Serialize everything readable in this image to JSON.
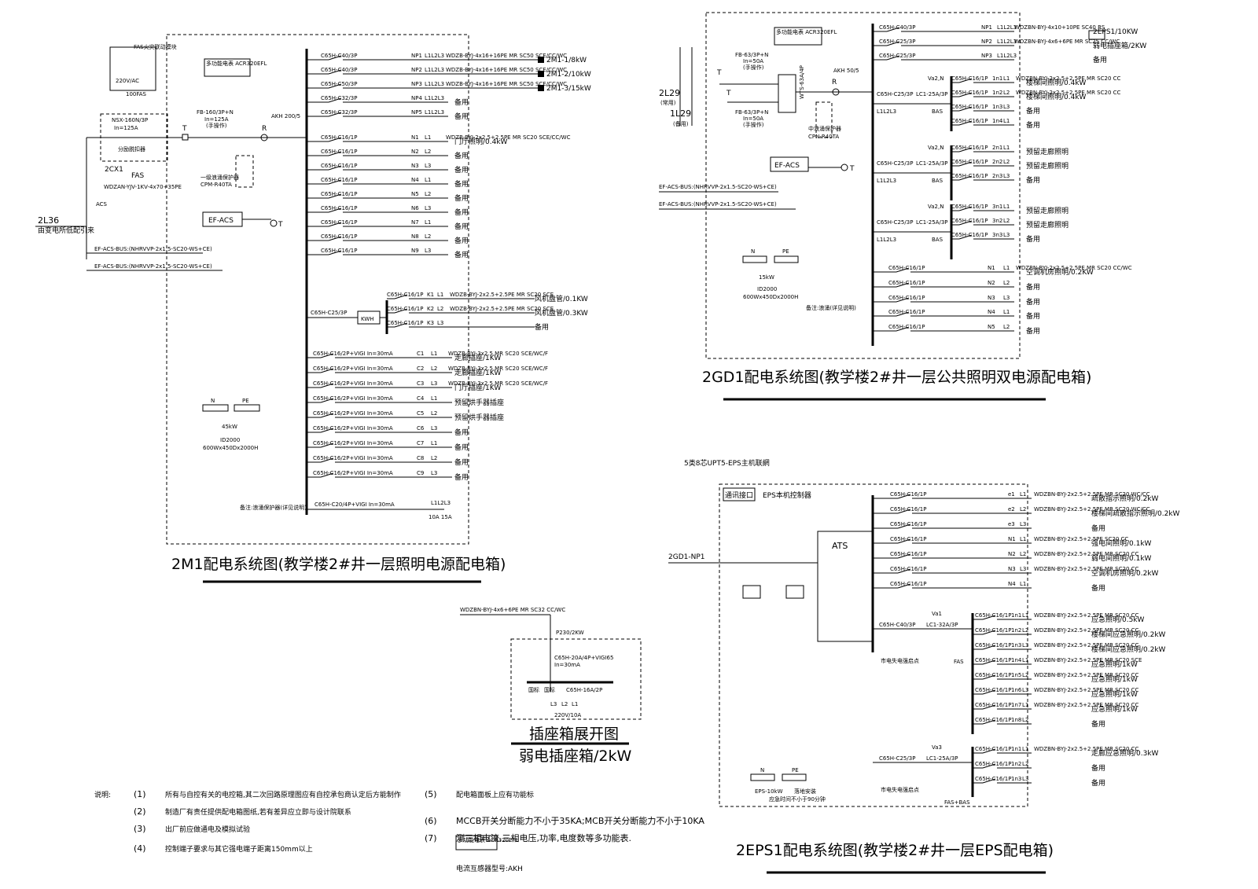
{
  "panel_2m1": {
    "title": "2M1配电系统图(教学楼2#井一层照明电源配电箱)",
    "meter": "多功能电表 ACR320EFL",
    "fas": "FAS火灾联动模块",
    "fas_module": "220V/AC",
    "fas_module2": "100FAS",
    "breaker_main": "NSX-160N/3P",
    "breaker_in": "In=125A",
    "breaker_note": "分励脱扣器",
    "label_2cx1": "2CX1",
    "label_fas": "FAS",
    "cable_main": "WDZAN-YJV-1KV-4x70+35PE",
    "label_acs": "ACS",
    "label_2l36": "2L36",
    "label_from": "由变电所低配引来",
    "switch": "FB-160/3P+N",
    "switch_in": "In=125A",
    "switch_note": "(手操作)",
    "label_t": "T",
    "label_r": "R",
    "ct": "AKH 200/5",
    "spd": "一级浪涌保护器",
    "spd_model": "CPM-R40TA",
    "ef_acs": "EF-ACS",
    "bus1": "EF-ACS-BUS:(NHRVVP-2x1.5-SC20-WS+CE)",
    "bus2": "EF-ACS-BUS:(NHRVVP-2x1.5-SC20-WS+CE)",
    "n_label": "N",
    "pe_label": "PE",
    "power": "45kW",
    "box_model": "ID2000",
    "box_size": "600Wx450Dx2000H",
    "kwh": "KWH",
    "kwh_breaker": "C65H-C25/3P",
    "bottom_breaker": "C65H-C20/4P+VIGI In=30mA",
    "bottom_note": "备注:浪涌保护器(详见说明)",
    "bottom_code": "L1L2L3",
    "bottom_code2": "10A 15A",
    "circuits": [
      {
        "breaker": "C65H-C40/3P",
        "code": "NP1",
        "phase": "L1L2L3",
        "cable": "WDZB-BYJ-4x16+16PE MR SC50 SCE/CC/WC",
        "load": "2M1-1/8kW"
      },
      {
        "breaker": "C65H-C40/3P",
        "code": "NP2",
        "phase": "L1L2L3",
        "cable": "WDZB-BYJ-4x16+16PE MR SC50 SCE/CC/WC",
        "load": "2M1-2/10kW"
      },
      {
        "breaker": "C65H-C50/3P",
        "code": "NP3",
        "phase": "L1L2L3",
        "cable": "WDZB-BYJ-4x16+16PE MR SC50 SCE/CC/WC",
        "load": "2M1-3/15kW"
      },
      {
        "breaker": "C65H-C32/3P",
        "code": "NP4",
        "phase": "L1L2L3",
        "cable": "",
        "load": "备用"
      },
      {
        "breaker": "C65H-C32/3P",
        "code": "NP5",
        "phase": "L1L2L3",
        "cable": "",
        "load": "备用"
      },
      {
        "breaker": "C65H-C16/1P",
        "code": "N1",
        "phase": "L1",
        "cable": "WDZB-BYJ-2x2.5+2.5PE MR SC20 SCE/CC/WC",
        "load": "门厅照明/0.4kW"
      },
      {
        "breaker": "C65H-C16/1P",
        "code": "N2",
        "phase": "L2",
        "cable": "",
        "load": "备用"
      },
      {
        "breaker": "C65H-C16/1P",
        "code": "N3",
        "phase": "L3",
        "cable": "",
        "load": "备用"
      },
      {
        "breaker": "C65H-C16/1P",
        "code": "N4",
        "phase": "L1",
        "cable": "",
        "load": "备用"
      },
      {
        "breaker": "C65H-C16/1P",
        "code": "N5",
        "phase": "L2",
        "cable": "",
        "load": "备用"
      },
      {
        "breaker": "C65H-C16/1P",
        "code": "N6",
        "phase": "L3",
        "cable": "",
        "load": "备用"
      },
      {
        "breaker": "C65H-C16/1P",
        "code": "N7",
        "phase": "L1",
        "cable": "",
        "load": "备用"
      },
      {
        "breaker": "C65H-C16/1P",
        "code": "N8",
        "phase": "L2",
        "cable": "",
        "load": "备用"
      },
      {
        "breaker": "C65H-C16/1P",
        "code": "N9",
        "phase": "L3",
        "cable": "",
        "load": "备用"
      }
    ],
    "kwh_circuits": [
      {
        "breaker": "C65H-C16/1P",
        "code": "K1",
        "phase": "L1",
        "cable": "WDZB-BYJ-2x2.5+2.5PE MR SC20 SCE",
        "load": "风机盘管/0.1KW"
      },
      {
        "breaker": "C65H-C16/1P",
        "code": "K2",
        "phase": "L2",
        "cable": "WDZB-BYJ-2x2.5+2.5PE MR SC20 SCE",
        "load": "风机盘管/0.3KW"
      },
      {
        "breaker": "C65H-C16/1P",
        "code": "K3",
        "phase": "L3",
        "cable": "",
        "load": "备用"
      }
    ],
    "socket_circuits": [
      {
        "breaker": "C65H-C16/2P+VIGI In=30mA",
        "code": "C1",
        "phase": "L1",
        "cable": "WDZB-BYJ-3x2.5 MR SC20 SCE/WC/F",
        "load": "走廊插座/1KW"
      },
      {
        "breaker": "C65H-C16/2P+VIGI In=30mA",
        "code": "C2",
        "phase": "L2",
        "cable": "WDZB-BYJ-3x2.5 MR SC20 SCE/WC/F",
        "load": "走廊插座/1KW"
      },
      {
        "breaker": "C65H-C16/2P+VIGI In=30mA",
        "code": "C3",
        "phase": "L3",
        "cable": "WDZB-BYJ-3x2.5 MR SC20 SCE/WC/F",
        "load": "门厅插座/1KW"
      },
      {
        "breaker": "C65H-C16/2P+VIGI In=30mA",
        "code": "C4",
        "phase": "L1",
        "cable": "",
        "load": "预留烘手器插座"
      },
      {
        "breaker": "C65H-C16/2P+VIGI In=30mA",
        "code": "C5",
        "phase": "L2",
        "cable": "",
        "load": "预留烘手器插座"
      },
      {
        "breaker": "C65H-C16/2P+VIGI In=30mA",
        "code": "C6",
        "phase": "L3",
        "cable": "",
        "load": "备用"
      },
      {
        "breaker": "C65H-C16/2P+VIGI In=30mA",
        "code": "C7",
        "phase": "L1",
        "cable": "",
        "load": "备用"
      },
      {
        "breaker": "C65H-C16/2P+VIGI In=30mA",
        "code": "C8",
        "phase": "L2",
        "cable": "",
        "load": "备用"
      },
      {
        "breaker": "C65H-C16/2P+VIGI In=30mA",
        "code": "C9",
        "phase": "L3",
        "cable": "",
        "load": "备用"
      }
    ]
  },
  "panel_2gd1": {
    "title": "2GD1配电系统图(教学楼2#井一层公共照明双电源配电箱)",
    "meter": "多功能电表 ACR320EFL",
    "sw1": "FB-63/3P+N",
    "sw1_in": "In=50A",
    "sw1_note": "(手操作)",
    "sw2": "FB-63/3P+N",
    "sw2_in": "In=50A",
    "sw2_note": "(手操作)",
    "ats": "WTS-63A/4P",
    "ct": "AKH 50/5",
    "label_r": "R",
    "label_t": "T",
    "label_t2": "T",
    "spd": "中浪涌保护器",
    "spd_model": "CPN-R40TA",
    "ef_acs": "EF-ACS",
    "bus1": "EF-ACS-BUS:(NHRVVP-2x1.5-SC20-WS+CE)",
    "bus2": "EF-ACS-BUS:(NHRVVP-2x1.5-SC20-WS+CE)",
    "in1": "2L29",
    "in1_note": "(常用)",
    "in2": "1L29",
    "in2_note": "(备用)",
    "n_label": "N",
    "pe_label": "PE",
    "power": "15kW",
    "box_model": "ID2000",
    "box_size": "600Wx450Dx2000H",
    "bottom_note": "备注:浪涌(详见说明)",
    "top_circuits": [
      {
        "breaker": "C65H-C40/3P",
        "code": "NP1",
        "phase": "L1L2L3",
        "cable": "WDZBN-BYJ-4x10+10PE SC40 RS",
        "load": "2EPS1/10KW"
      },
      {
        "breaker": "C65H-C25/3P",
        "code": "NP2",
        "phase": "L1L2L3",
        "cable": "WDZBN-BYJ-4x6+6PE MR SC25 CC/WC",
        "load": "弱电插座箱/2KW"
      },
      {
        "breaker": "C65H-C25/3P",
        "code": "NP3",
        "phase": "L1L2L3",
        "cable": "",
        "load": "备用"
      }
    ],
    "groups": [
      {
        "va": "Va2,N",
        "breaker": "C65H-C25/3P",
        "lc": "LC1-25A/3P",
        "phase": "L1L2L3",
        "bas": "BAS",
        "subs": [
          {
            "breaker": "C65H-C16/1P",
            "code": "1n1",
            "phase": "L1",
            "cable": "WDZBN-BYJ-2x2.5+2.5PE MR SC20 CC",
            "load": "楼梯间照明/0.4kW"
          },
          {
            "breaker": "C65H-C16/1P",
            "code": "1n2",
            "phase": "L2",
            "cable": "WDZBN-BYJ-2x2.5+2.5PE MR SC20 CC",
            "load": "楼梯间照明/0.4kW"
          },
          {
            "breaker": "C65H-C16/1P",
            "code": "1n3",
            "phase": "L3",
            "cable": "",
            "load": "备用"
          },
          {
            "breaker": "C65H-C16/1P",
            "code": "1n4",
            "phase": "L1",
            "cable": "",
            "load": "备用"
          }
        ]
      },
      {
        "va": "Va2,N",
        "breaker": "C65H-C25/3P",
        "lc": "LC1-25A/3P",
        "phase": "L1L2L3",
        "bas": "BAS",
        "subs": [
          {
            "breaker": "C65H-C16/1P",
            "code": "2n1",
            "phase": "L1",
            "cable": "",
            "load": "预留走廊照明"
          },
          {
            "breaker": "C65H-C16/1P",
            "code": "2n2",
            "phase": "L2",
            "cable": "",
            "load": "预留走廊照明"
          },
          {
            "breaker": "C65H-C16/1P",
            "code": "2n3",
            "phase": "L3",
            "cable": "",
            "load": "备用"
          }
        ]
      },
      {
        "va": "Va2,N",
        "breaker": "C65H-C25/3P",
        "lc": "LC1-25A/3P",
        "phase": "L1L2L3",
        "bas": "BAS",
        "subs": [
          {
            "breaker": "C65H-C16/1P",
            "code": "3n1",
            "phase": "L1",
            "cable": "",
            "load": "预留走廊照明"
          },
          {
            "breaker": "C65H-C16/1P",
            "code": "3n2",
            "phase": "L2",
            "cable": "",
            "load": "预留走廊照明"
          },
          {
            "breaker": "C65H-C16/1P",
            "code": "3n3",
            "phase": "L3",
            "cable": "",
            "load": "备用"
          }
        ]
      }
    ],
    "bottom_circuits": [
      {
        "breaker": "C65H-C16/1P",
        "code": "N1",
        "phase": "L1",
        "cable": "WDZBN-BYJ-2x2.5+2.5PE MR SC20 CC/WC",
        "load": "空调机房照明/0.2KW"
      },
      {
        "breaker": "C65H-C16/1P",
        "code": "N2",
        "phase": "L2",
        "cable": "",
        "load": "备用"
      },
      {
        "breaker": "C65H-C16/1P",
        "code": "N3",
        "phase": "L3",
        "cable": "",
        "load": "备用"
      },
      {
        "breaker": "C65H-C16/1P",
        "code": "N4",
        "phase": "L1",
        "cable": "",
        "load": "备用"
      },
      {
        "breaker": "C65H-C16/1P",
        "code": "N5",
        "phase": "L2",
        "cable": "",
        "load": "备用"
      }
    ]
  },
  "panel_socket": {
    "title1": "插座箱展开图",
    "title2": "弱电插座箱/2kW",
    "cable": "WDZBN-BYJ-4x6+6PE MR SC32 CC/WC",
    "p230": "P230/2KW",
    "breaker": "C65H-20A/4P+VIGI65",
    "breaker_in": "In=30mA",
    "breaker2": "C65H-16A/2P",
    "l1": "L1",
    "l2": "L2",
    "l3": "L3",
    "rating": "220V/10A",
    "sock1": "国标",
    "sock2": "国标"
  },
  "panel_2eps1": {
    "title": "2EPS1配电系统图(教学楼2#井一层EPS配电箱)",
    "top_note": "5类8芯UPT5-EPS主机联網",
    "comm": "通讯接口",
    "ctrl": "EPS本机控制器",
    "ats": "ATS",
    "input": "2GD1-NP1",
    "fas": "FAS",
    "fas_note": "市电失电强启点",
    "fas_bas": "FAS+BAS",
    "fas_bas_note": "市电失电强启点",
    "n_label": "N",
    "pe_label": "PE",
    "power": "EPS-10kW",
    "mount": "落地安装",
    "mount_note": "应急时间不小于90分钟",
    "circuits": [
      {
        "breaker": "C65H-C16/1P",
        "code": "e1",
        "phase": "L1",
        "cable": "WDZBN-BYJ-2x2.5+2.5PE MR SC20 WC/CC",
        "load": "疏散指示照明/0.2kW"
      },
      {
        "breaker": "C65H-C16/1P",
        "code": "e2",
        "phase": "L2",
        "cable": "WDZBN-BYJ-2x2.5+2.5PE MR SC20 WC/CC",
        "load": "楼梯间疏散指示照明/0.2kW"
      },
      {
        "breaker": "C65H-C16/1P",
        "code": "e3",
        "phase": "L3",
        "cable": "",
        "load": "备用"
      },
      {
        "breaker": "C65H-C16/1P",
        "code": "N1",
        "phase": "L1",
        "cable": "WDZBN-BYJ-2x2.5+2.5PE SC20 CC",
        "load": "强电间照明/0.1kW"
      },
      {
        "breaker": "C65H-C16/1P",
        "code": "N2",
        "phase": "L2",
        "cable": "WDZBN-BYJ-2x2.5+2.5PE MR SC20 CC",
        "load": "弱电间照明/0.1kW"
      },
      {
        "breaker": "C65H-C16/1P",
        "code": "N3",
        "phase": "L3",
        "cable": "WDZBN-BYJ-2x2.5+2.5PE MR SC20 CC",
        "load": "空调机房照明/0.2kW"
      },
      {
        "breaker": "C65H-C16/1P",
        "code": "N4",
        "phase": "L1",
        "cable": "",
        "load": "备用"
      }
    ],
    "group1": {
      "va": "Va1",
      "breaker": "C65H-C40/3P",
      "lc": "LC1-32A/3P",
      "subs": [
        {
          "breaker": "C65H-C16/1P",
          "code": "1n1",
          "phase": "L1",
          "cable": "WDZBN-BYJ-2x2.5+2.5PE MR SC20 CC",
          "load": "应急照明/0.5kW"
        },
        {
          "breaker": "C65H-C16/1P",
          "code": "1n2",
          "phase": "L2",
          "cable": "WDZBN-BYJ-2x2.5+2.5PE MR SC20 CC",
          "load": "楼梯间应急照明/0.2kW"
        },
        {
          "breaker": "C65H-C16/1P",
          "code": "1n3",
          "phase": "L3",
          "cable": "WDZBN-BYJ-2x2.5+2.5PE MR SC20 CC",
          "load": "楼梯间应急照明/0.2kW"
        },
        {
          "breaker": "C65H-C16/1P",
          "code": "1n4",
          "phase": "L1",
          "cable": "WDZBN-BYJ-2x2.5+2.5PE MR SC20 SCE",
          "load": "应急照明/1kW"
        },
        {
          "breaker": "C65H-C16/1P",
          "code": "1n5",
          "phase": "L2",
          "cable": "WDZBN-BYJ-2x2.5+2.5PE MR SC20 CC",
          "load": "应急照明/1kW"
        },
        {
          "breaker": "C65H-C16/1P",
          "code": "1n6",
          "phase": "L3",
          "cable": "WDZBN-BYJ-2x2.5+2.5PE MR SC20 CC",
          "load": "应急照明/1kW"
        },
        {
          "breaker": "C65H-C16/1P",
          "code": "1n7",
          "phase": "L1",
          "cable": "WDZBN-BYJ-2x2.5+2.5PE MR SC20 CC",
          "load": "应急照明/1kW"
        },
        {
          "breaker": "C65H-C16/1P",
          "code": "1n8",
          "phase": "L2",
          "cable": "",
          "load": "备用"
        }
      ]
    },
    "group2": {
      "va": "Va3",
      "breaker": "C65H-C25/3P",
      "lc": "LC1-25A/3P",
      "subs": [
        {
          "breaker": "C65H-C16/1P",
          "code": "1n1",
          "phase": "L1",
          "cable": "WDZBN-BYJ-2x2.5+2.5PE MR SC20 CC",
          "load": "走廊应急照明/0.3kW"
        },
        {
          "breaker": "C65H-C16/1P",
          "code": "1n2",
          "phase": "L2",
          "cable": "",
          "load": "备用"
        },
        {
          "breaker": "C65H-C16/1P",
          "code": "1n3",
          "phase": "L3",
          "cable": "",
          "load": "备用"
        }
      ]
    }
  },
  "notes": {
    "heading": "说明:",
    "items": [
      {
        "num": "(1)",
        "text": "所有与自控有关的电控箱,其二次回路原理图应有自控承包商认定后方能制作"
      },
      {
        "num": "(2)",
        "text": "制造厂有责任提供配电箱图纸,若有差异应立即与设计院联系"
      },
      {
        "num": "(3)",
        "text": "出厂前应做通电及模拟试验"
      },
      {
        "num": "(4)",
        "text": "控制端子要求与其它强电端子距离150mm以上"
      },
      {
        "num": "(5)",
        "text": "配电箱面板上应有功能标"
      },
      {
        "num": "(6)",
        "text": "MCCB开关分断能力不小于35KA;MCB开关分断能力不小于10KA"
      },
      {
        "num": "(7)",
        "text": "测三相电流,三相电压,功率,电度数等多功能表."
      }
    ],
    "meter_tag": "多功能电表 ACR320EFL",
    "ct_note": "电流互感器型号:AKH"
  }
}
